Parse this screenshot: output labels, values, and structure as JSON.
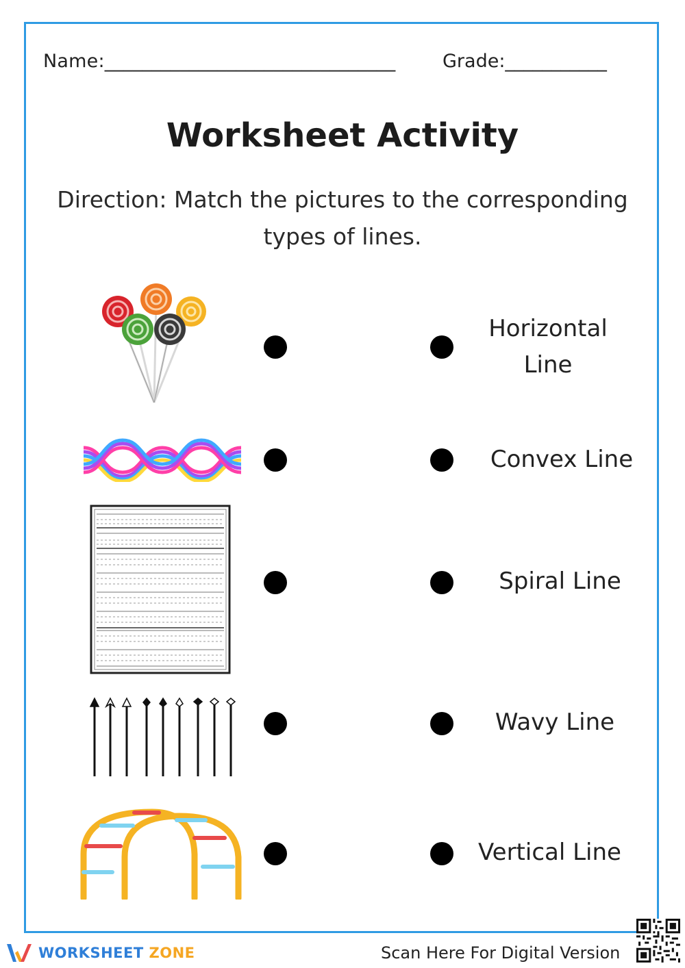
{
  "header": {
    "name_label": "Name:_______________________________",
    "grade_label": "Grade:___________"
  },
  "title": "Worksheet Activity",
  "direction": "Direction: Match the pictures to the corresponding types of lines.",
  "pictures": [
    {
      "icon": "lollipops-icon"
    },
    {
      "icon": "wavy-ribbon-icon"
    },
    {
      "icon": "lined-paper-icon"
    },
    {
      "icon": "vertical-arrows-icon"
    },
    {
      "icon": "monkey-bars-arch-icon"
    }
  ],
  "answers": [
    {
      "label": "Horizontal Line"
    },
    {
      "label": "Convex Line"
    },
    {
      "label": "Spiral Line"
    },
    {
      "label": "Wavy Line"
    },
    {
      "label": "Vertical Line"
    }
  ],
  "footer": {
    "brand_main": "WORKSHEET",
    "brand_accent": "ZONE",
    "scan_text": "Scan Here For Digital Version"
  },
  "colors": {
    "frame": "#2f9be3",
    "brand_blue": "#2f7fd8",
    "brand_orange": "#f5a623"
  }
}
